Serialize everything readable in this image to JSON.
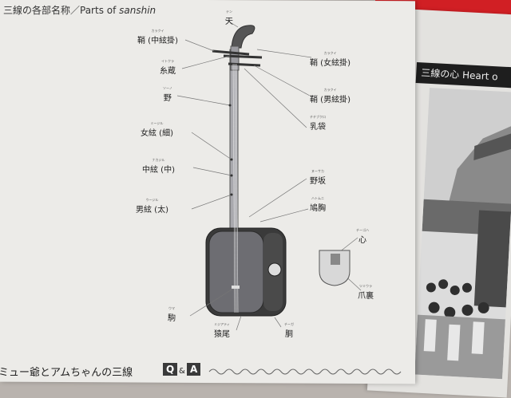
{
  "header": {
    "title_jp": "三線の各部名称／Parts of ",
    "title_en": "sanshin"
  },
  "parts": {
    "ten": {
      "ruby": "テン",
      "label": "天"
    },
    "karakui_naka": {
      "ruby": "カラクイ",
      "label": "鞘 (中絃掛)"
    },
    "itokura": {
      "ruby": "イトクラ",
      "label": "糸蔵"
    },
    "no": {
      "ruby": "ソーノ",
      "label": "野"
    },
    "miijiru": {
      "ruby": "ミージル",
      "label": "女絃 (細)"
    },
    "nakajiru": {
      "ruby": "ナカジル",
      "label": "中絃 (中)"
    },
    "wujiru": {
      "ruby": "ウージル",
      "label": "男絃 (太)"
    },
    "uma": {
      "ruby": "ウマ",
      "label": "駒"
    },
    "saruo": {
      "ruby": "ミジアティ",
      "label": "猿尾"
    },
    "karakui_me": {
      "ruby": "カラクイ",
      "label": "鞘 (女絃掛)"
    },
    "karakui_o": {
      "ruby": "カラクイ",
      "label": "鞘 (男絃掛)"
    },
    "chibukuro": {
      "ruby": "チチブクロ",
      "label": "乳袋"
    },
    "nosaka": {
      "ruby": "ヌーサカ",
      "label": "野坂"
    },
    "hatomune": {
      "ruby": "ハトムニ",
      "label": "鳩胸"
    },
    "do": {
      "ruby": "チーガ",
      "label": "胴"
    },
    "shin": {
      "ruby": "チーゴハ",
      "label": "心"
    },
    "tsumeura": {
      "ruby": "ツミウラ",
      "label": "爪裏"
    }
  },
  "footer": {
    "title": "ミュー爺とアムちゃんの三線",
    "q": "Q",
    "amp": "&",
    "a": "A"
  },
  "right_page": {
    "banner": "三線の心 Heart o"
  }
}
